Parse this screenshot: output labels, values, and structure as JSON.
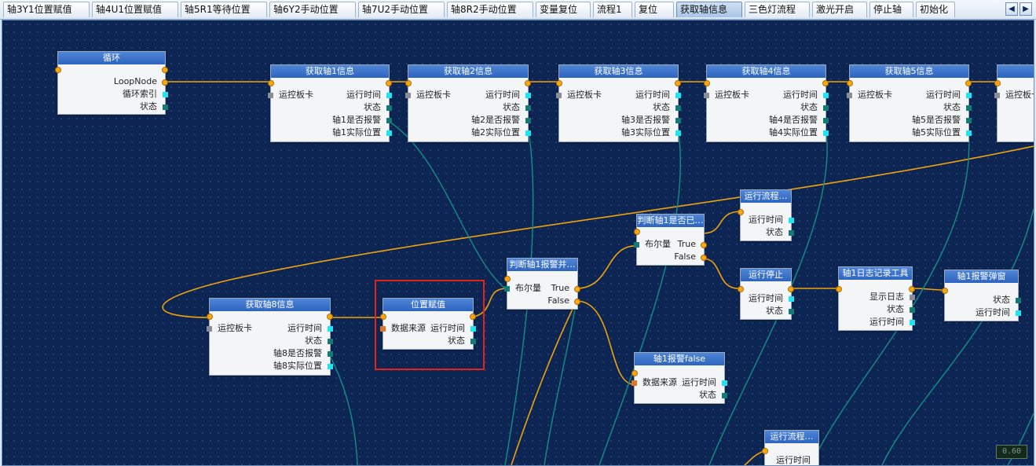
{
  "tabs": [
    {
      "label": "轴3Y1位置赋值"
    },
    {
      "label": "轴4U1位置赋值"
    },
    {
      "label": "轴5R1等待位置"
    },
    {
      "label": "轴6Y2手动位置"
    },
    {
      "label": "轴7U2手动位置"
    },
    {
      "label": "轴8R2手动位置"
    },
    {
      "label": "变量复位"
    },
    {
      "label": "流程1"
    },
    {
      "label": "复位"
    },
    {
      "label": "获取轴信息"
    },
    {
      "label": "三色灯流程"
    },
    {
      "label": "激光开启"
    },
    {
      "label": "停止轴"
    },
    {
      "label": "初始化"
    }
  ],
  "active_tab": "获取轴信息",
  "tab_scroll": {
    "left": "◀",
    "right": "▶"
  },
  "nodes": {
    "loop": {
      "title": "循环",
      "out1": "LoopNode",
      "out2": "循环索引",
      "out3": "状态"
    },
    "axis1": {
      "title": "获取轴1信息",
      "in1": "运控板卡",
      "o1": "运行时间",
      "o2": "状态",
      "o3": "轴1是否报警",
      "o4": "轴1实际位置"
    },
    "axis2": {
      "title": "获取轴2信息",
      "in1": "运控板卡",
      "o1": "运行时间",
      "o2": "状态",
      "o3": "轴2是否报警",
      "o4": "轴2实际位置"
    },
    "axis3": {
      "title": "获取轴3信息",
      "in1": "运控板卡",
      "o1": "运行时间",
      "o2": "状态",
      "o3": "轴3是否报警",
      "o4": "轴3实际位置"
    },
    "axis4": {
      "title": "获取轴4信息",
      "in1": "运控板卡",
      "o1": "运行时间",
      "o2": "状态",
      "o3": "轴4是否报警",
      "o4": "轴4实际位置"
    },
    "axis5": {
      "title": "获取轴5信息",
      "in1": "运控板卡",
      "o1": "运行时间",
      "o2": "状态",
      "o3": "轴5是否报警",
      "o4": "轴5实际位置"
    },
    "axis6": {
      "in1": "运控板卡"
    },
    "axis8": {
      "title": "获取轴8信息",
      "in1": "运控板卡",
      "o1": "运行时间",
      "o2": "状态",
      "o3": "轴8是否报警",
      "o4": "轴8实际位置"
    },
    "posassign": {
      "title": "位置赋值",
      "in1": "数据来源",
      "o1": "运行时间",
      "o2": "状态"
    },
    "judge1": {
      "title": "判断轴1报警并…",
      "in1": "布尔量",
      "o1": "True",
      "o2": "False"
    },
    "judge2": {
      "title": "判断轴1是否已…",
      "in1": "布尔量",
      "o1": "True",
      "o2": "False"
    },
    "runflow": {
      "title": "运行流程…",
      "o1": "运行时间",
      "o2": "状态"
    },
    "runstop": {
      "title": "运行停止",
      "o1": "运行时间",
      "o2": "状态"
    },
    "logtool": {
      "title": "轴1日志记录工具",
      "o1": "显示日志",
      "o2": "状态",
      "o3": "运行时间"
    },
    "popup": {
      "title": "轴1报警弹窗",
      "o1": "状态",
      "o2": "运行时间"
    },
    "alarmfalse": {
      "title": "轴1报警false",
      "in1": "数据来源",
      "o1": "运行时间",
      "o2": "状态"
    },
    "runflow2": {
      "title": "运行流程…",
      "o1": "运行时间"
    }
  },
  "zoom": "0.60"
}
